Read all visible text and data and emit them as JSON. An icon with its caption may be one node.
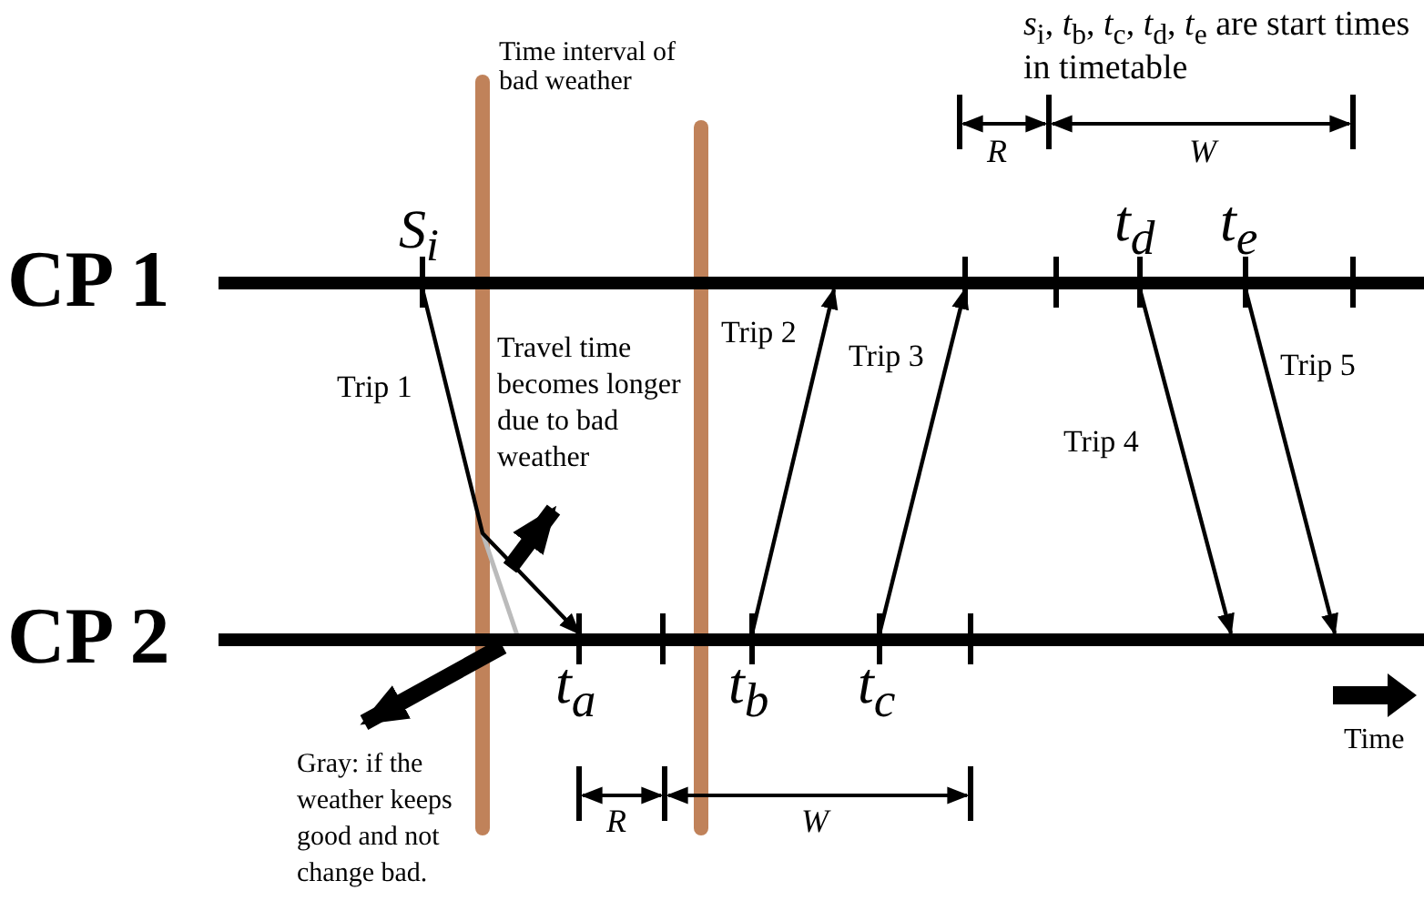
{
  "diagram": {
    "nodes": [
      {
        "text": [],
        "shape": "bar",
        "beside": [
          "CP 1"
        ]
      },
      {
        "text": [],
        "shape": "bar",
        "beside": [
          "CP 2"
        ]
      },
      {
        "text": [
          "Travel time becomes longer due to bad weather"
        ]
      },
      {
        "text": [
          "Gray: if the weather keeps good and not change bad."
        ]
      }
    ],
    "edges": [
      {
        "from": 0,
        "to": 1,
        "arrow": "to",
        "label": "Trip 1"
      },
      {
        "from": 1,
        "to": 0,
        "arrow": "to",
        "label": "Trip 2"
      },
      {
        "from": 1,
        "to": 0,
        "arrow": "to",
        "label": "Trip 3"
      },
      {
        "from": 0,
        "to": 1,
        "arrow": "to",
        "label": "Trip 4"
      },
      {
        "from": 0,
        "to": 1,
        "arrow": "to",
        "label": "Trip 5"
      },
      {
        "from": null,
        "to": 2,
        "arrow": "to",
        "style": "thick"
      },
      {
        "from": 1,
        "to": 3,
        "arrow": "to",
        "style": "thick"
      }
    ],
    "labels": [
      "Time interval of bad weather",
      "*s*$_{i}$, *t*$_{b}$, *t*$_{c}$, *t*$_{d}$, *t*$_{e}$ are start times in timetable",
      "R",
      "W",
      "S$_{i}$",
      "t$_{d}$",
      "t$_{e}$",
      "t$_{a}$",
      "t$_{b}$",
      "t$_{c}$",
      "Time",
      "R",
      "W"
    ]
  }
}
